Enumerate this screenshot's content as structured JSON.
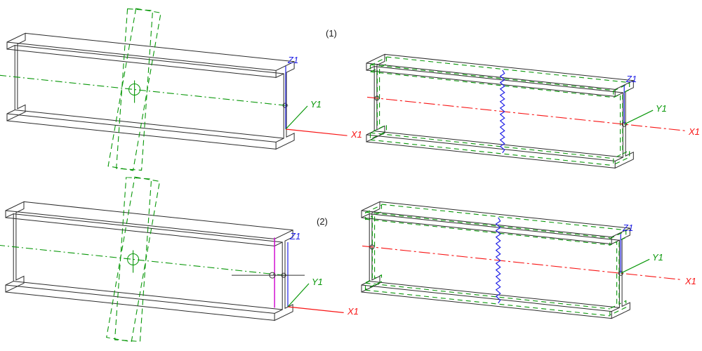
{
  "view_labels": {
    "first": "(1)",
    "second": "(2)"
  },
  "axes": {
    "x_label": "X1",
    "y_label": "Y1",
    "z_label": "Z1"
  },
  "colors": {
    "background": "#ffffff",
    "beam": "#2b2b2b",
    "axis_x": "#f81414",
    "axis_y": "#089708",
    "axis_z": "#2222e6",
    "overlay_green": "#089708",
    "weld_blue": "#2222e6",
    "centerline_red": "#f81414",
    "fitting_magenta": "#cf00cf",
    "handle_dark": "#333333"
  }
}
